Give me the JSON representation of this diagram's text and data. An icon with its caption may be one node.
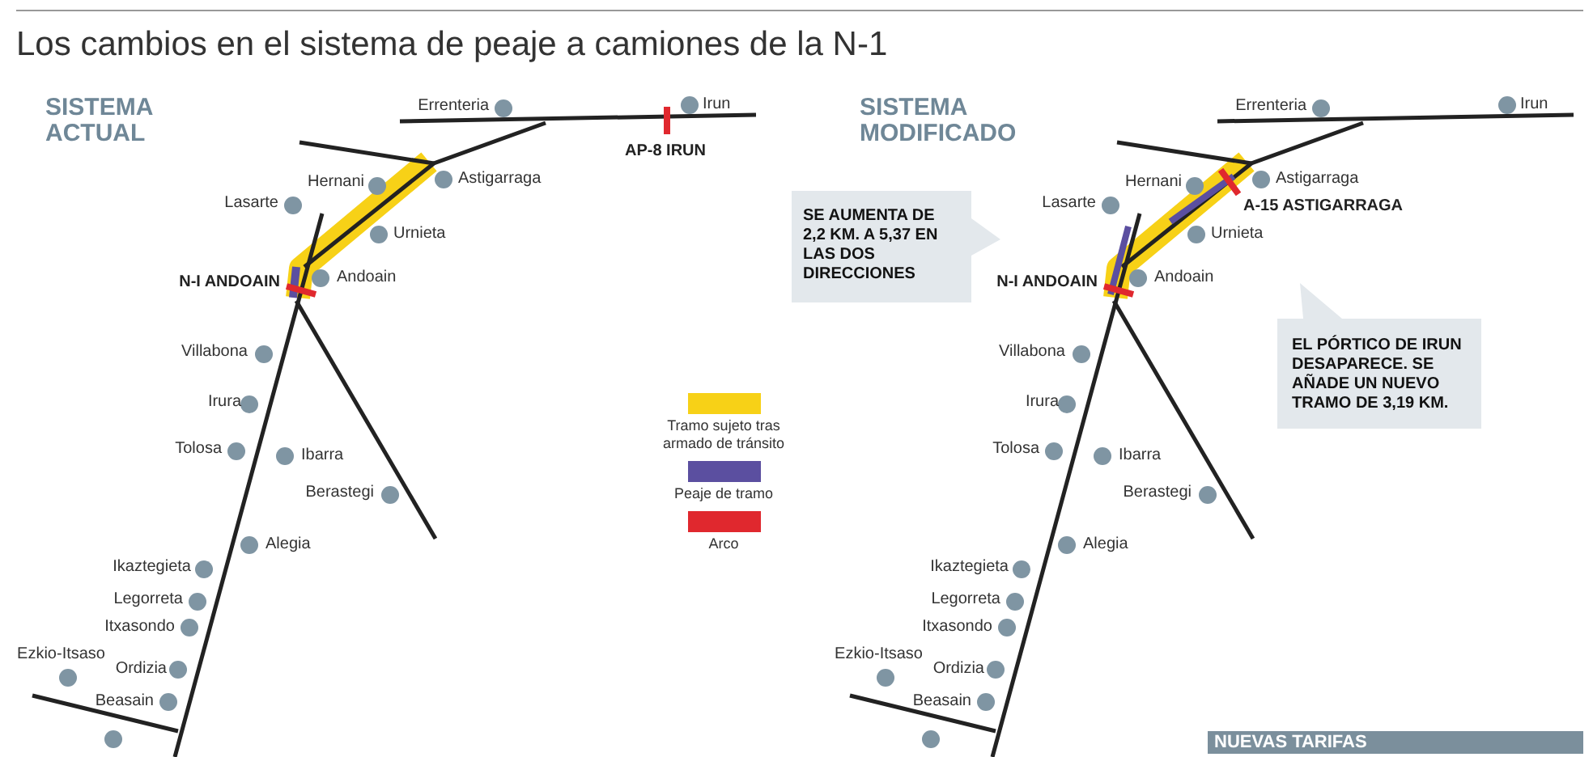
{
  "diagram": {
    "title": "Los cambios en el sistema de peaje a camiones de la N-1",
    "nodes": [
      {
        "text": [
          "SE AUMENTA DE 2,2 KM. A 5,37 EN LAS DOS DIRECCIONES"
        ]
      },
      {
        "text": [
          "EL PÓRTICO DE IRUN DESAPARECE. SE AÑADE UN NUEVO TRAMO DE 3,19 KM."
        ]
      },
      {
        "text": [
          "NUEVAS TARIFAS"
        ]
      }
    ],
    "labels": [
      "SISTEMA ACTUAL",
      "SISTEMA MODIFICADO",
      "Errenteria",
      "Irun",
      "AP-8 IRUN",
      "Hernani",
      "Astigarraga",
      "Lasarte",
      "Urnieta",
      "N-I ANDOAIN",
      "Andoain",
      "Villabona",
      "Irura",
      "Tolosa",
      "Ibarra",
      "Berastegi",
      "Alegia",
      "Ikaztegieta",
      "Legorreta",
      "Itxasondo",
      "Ezkio-Itsaso",
      "Ordizia",
      "Beasain",
      "Errenteria",
      "Irun",
      "Hernani",
      "Astigarraga",
      "Lasarte",
      "A-15 ASTIGARRAGA",
      "Urnieta",
      "N-I ANDOAIN",
      "Andoain",
      "Villabona",
      "Irura",
      "Tolosa",
      "Ibarra",
      "Berastegi",
      "Alegia",
      "Ikaztegieta",
      "Legorreta",
      "Itxasondo",
      "Ezkio-Itsaso",
      "Ordizia",
      "Beasain"
    ],
    "legend": [
      {
        "text": "Tramo sujeto tras armado de tránsito",
        "color": "#f7d117"
      },
      {
        "text": "Peaje de tramo",
        "color": "#5b4fa0"
      },
      {
        "text": "Arco",
        "color": "#e0282e"
      }
    ]
  }
}
